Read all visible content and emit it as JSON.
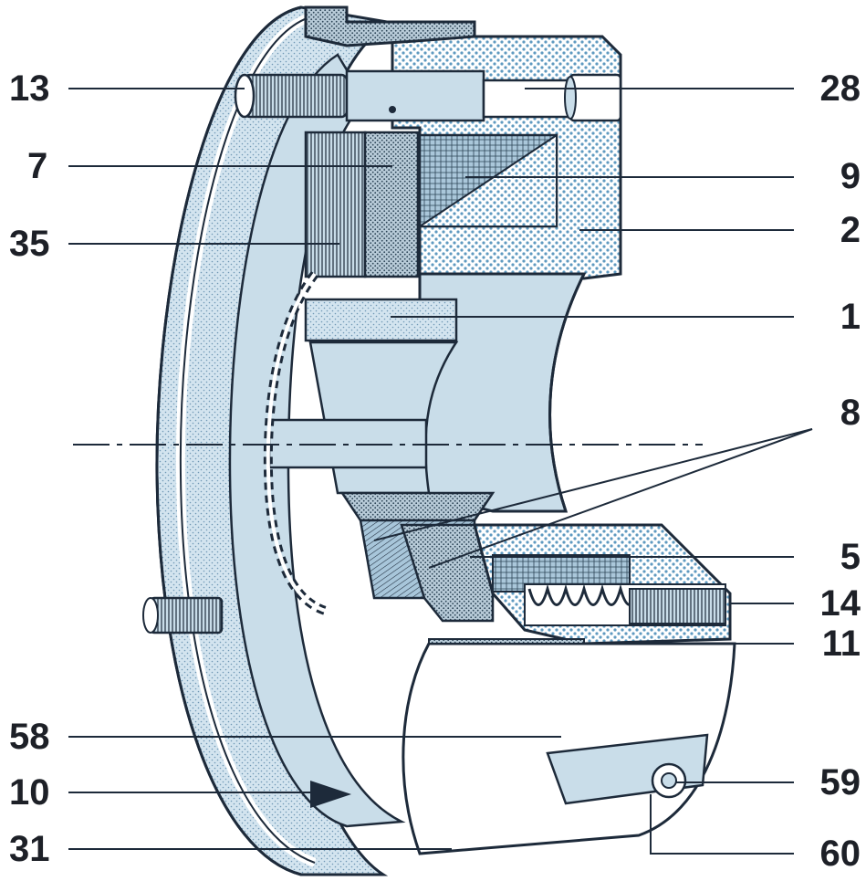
{
  "colors": {
    "outline": "#1d2a3a",
    "light_blue": "#c9dde9",
    "mid_blue": "#9cc3da",
    "dark_blue": "#5f9ac0",
    "white": "#ffffff",
    "label": "#1d2027"
  },
  "labels": {
    "left": {
      "l13": "13",
      "l7": "7",
      "l35": "35",
      "l58": "58",
      "l10": "10",
      "l31": "31"
    },
    "right": {
      "l28": "28",
      "l9": "9",
      "l2": "2",
      "l1": "1",
      "l8": "8",
      "l5": "5",
      "l14": "14",
      "l11": "11",
      "l59": "59",
      "l60": "60"
    }
  }
}
